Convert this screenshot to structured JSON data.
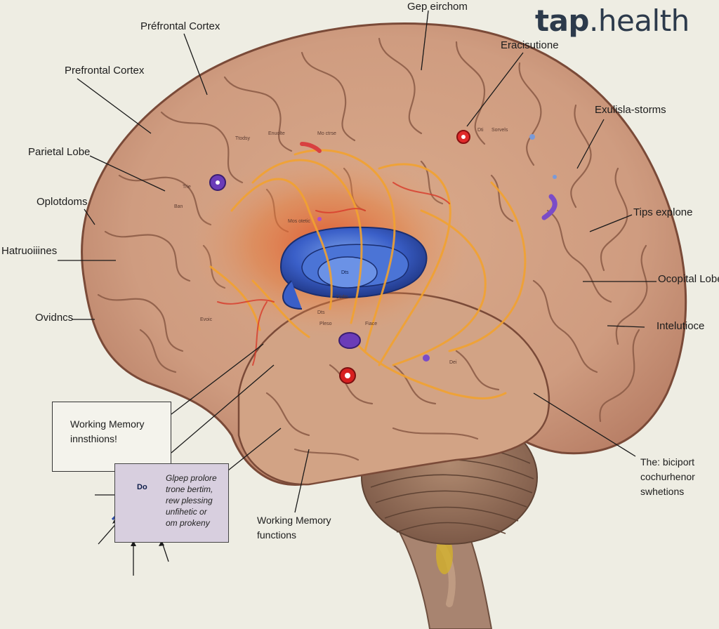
{
  "logo": {
    "prefix": "tap",
    "suffix": ".health"
  },
  "labels": {
    "gep_eirchom": "Gep eirchom",
    "prefrontal_cortex_top": "Préfrontal Cortex",
    "prefrontal_cortex": "Prefrontal Cortex",
    "eracisutione": "Eracisutione",
    "exulisla_storms": "Exulisla-storms",
    "parietal_lobe": "Parietal Lobe",
    "oplotdoms": "Oplotdoms",
    "tips_explone": "Tips explone",
    "hatruoiiines": "Hatruoiiines",
    "occipital_lobe": "Ocopital Lobe",
    "ovidncs": "Ovidncs",
    "intelutioce": "Intelutioce",
    "working_memory_functions": "Working Memory\nfunctions",
    "biciport": "The: biciport\ncochurhenor\nswhetions"
  },
  "box_working": {
    "text": "Working Memory\ninnsthions!"
  },
  "box_neuron": {
    "neuron_label": "Do",
    "text": "Glpep prolore\ntrone bertim,\n   rew plessing\nunfihetic or\nom prokeny"
  },
  "tiny_labels": [
    "Ttodsy",
    "Enuolte",
    "Mo ctrse",
    "Trie",
    "Ban",
    "Mos otetic",
    "Dts",
    "Ctidts",
    "Fiace",
    "Dts",
    "Pleso",
    "Dei",
    "Dti",
    "Sorvels",
    "Evoic"
  ]
}
